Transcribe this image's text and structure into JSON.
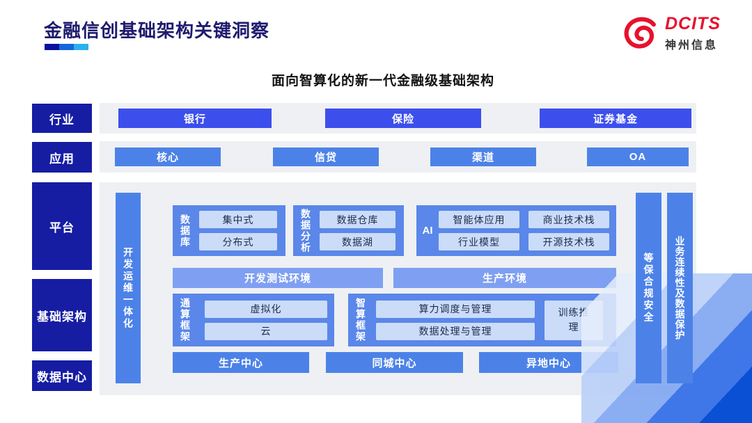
{
  "header": {
    "title": "金融信创基础架构关键洞察",
    "logo_brand": "DCITS",
    "logo_subbrand": "神州信息"
  },
  "subtitle": "面向智算化的新一代金融级基础架构",
  "diagram": {
    "row_labels": [
      "行业",
      "应用",
      "平台",
      "基础架构",
      "数据中心"
    ],
    "industry": [
      "银行",
      "保险",
      "证券基金"
    ],
    "application": [
      "核心",
      "信贷",
      "渠道",
      "OA"
    ],
    "devops_bar": "开发运维一体化",
    "security_bar": "等保合规安全",
    "continuity_bar": "业务连续性及数据保护",
    "database": {
      "label": "数据库",
      "items": [
        "集中式",
        "分布式"
      ]
    },
    "analytics": {
      "label": "数据分析",
      "items": [
        "数据仓库",
        "数据湖"
      ]
    },
    "ai": {
      "label": "AI",
      "items": [
        "智能体应用",
        "商业技术栈",
        "行业模型",
        "开源技术栈"
      ]
    },
    "environments": [
      "开发测试环境",
      "生产环境"
    ],
    "general_compute": {
      "label": "通算框架",
      "items": [
        "虚拟化",
        "云"
      ]
    },
    "intelligent_compute": {
      "label": "智算框架",
      "items": [
        "算力调度与管理",
        "数据处理与管理"
      ],
      "side": "训练推理"
    },
    "centers": [
      "生产中心",
      "同城中心",
      "异地中心"
    ]
  },
  "colors": {
    "title_navy": "#1F1B6E",
    "deep_navy": "#161DA3",
    "royal_blue": "#3C4FED",
    "primary_blue": "#4C82E8",
    "group_blue": "#5A87E9",
    "env_blue": "#7FA0F2",
    "chip_blue": "#CADCF8",
    "panel_gray": "#EEF0F3",
    "logo_red": "#E8112D",
    "underline": [
      "#0C10A0",
      "#1566DD",
      "#2BB2EB"
    ]
  }
}
